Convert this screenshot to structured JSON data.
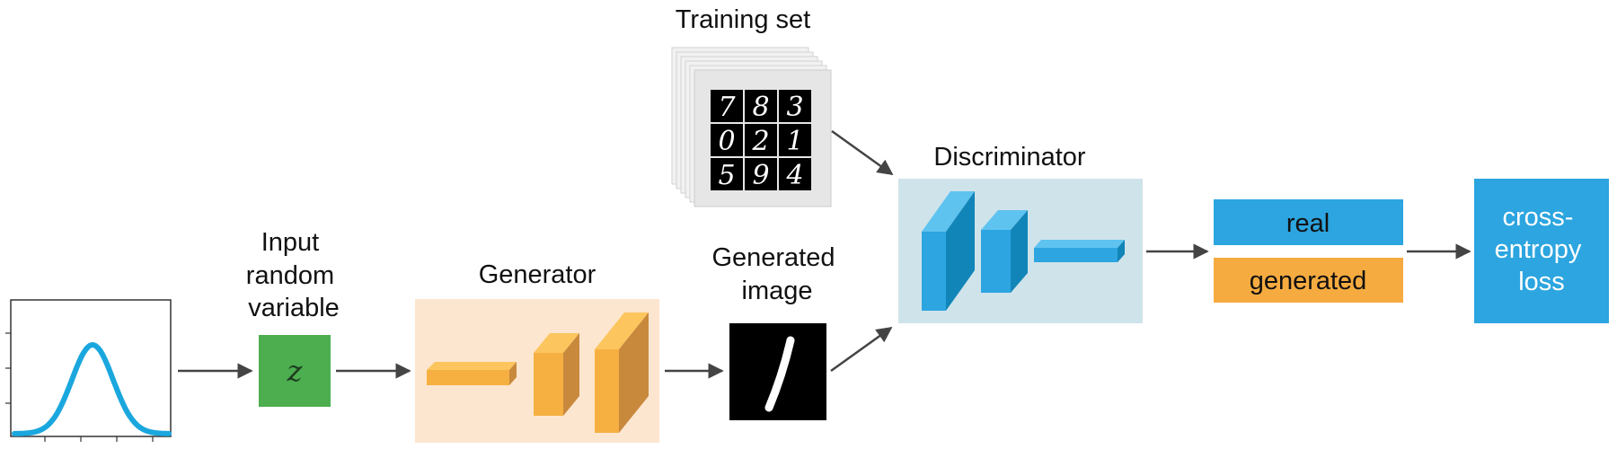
{
  "labels": {
    "input_random_variable": [
      "Input",
      "random",
      "variable"
    ],
    "latent_symbol": "z",
    "generator": "Generator",
    "training_set": "Training set",
    "generated_image": [
      "Generated",
      "image"
    ],
    "discriminator": "Discriminator",
    "output_real": "real",
    "output_generated": "generated",
    "loss": [
      "cross-",
      "entropy",
      "loss"
    ]
  },
  "training_digits": [
    "7",
    "8",
    "3",
    "0",
    "2",
    "1",
    "5",
    "9",
    "4"
  ],
  "colors": {
    "latent_box": "#4cae4f",
    "generator_bg": "#fde6cf",
    "generator_block_front": "#f6b042",
    "generator_block_side": "#c8893d",
    "generator_block_top": "#fcc55e",
    "discriminator_bg": "#cfe3ea",
    "discriminator_block_front": "#2ca5e0",
    "discriminator_block_side": "#1285b8",
    "discriminator_block_top": "#5fc3f0",
    "real_box": "#2ca5e0",
    "generated_box": "#f6ab40",
    "loss_box": "#2ca5e0",
    "curve": "#1aa7de",
    "arrow": "#444444"
  }
}
